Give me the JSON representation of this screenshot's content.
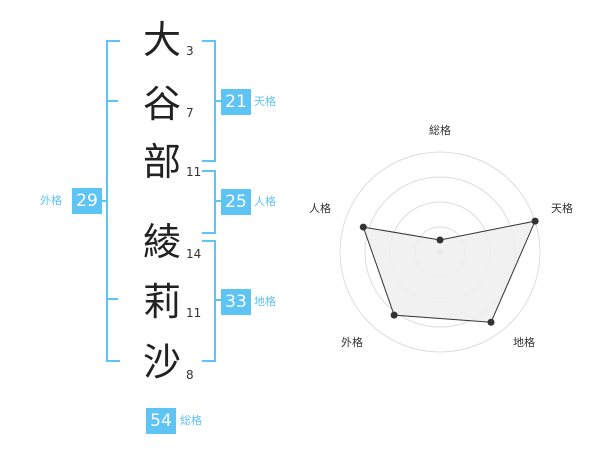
{
  "name": {
    "characters": [
      {
        "char": "大",
        "strokes": "3"
      },
      {
        "char": "谷",
        "strokes": "7"
      },
      {
        "char": "部",
        "strokes": "11"
      },
      {
        "char": "綾",
        "strokes": "14"
      },
      {
        "char": "莉",
        "strokes": "11"
      },
      {
        "char": "沙",
        "strokes": "8"
      }
    ]
  },
  "kakusu": {
    "tenkaku": {
      "value": "21",
      "label": "天格"
    },
    "jinkaku": {
      "value": "25",
      "label": "人格"
    },
    "chikaku": {
      "value": "33",
      "label": "地格"
    },
    "gaikaku": {
      "value": "29",
      "label": "外格"
    },
    "soukaku": {
      "value": "54",
      "label": "総格"
    }
  },
  "radar": {
    "axes": [
      "総格",
      "天格",
      "地格",
      "外格",
      "人格"
    ],
    "values": [
      0.0,
      1.0,
      0.85,
      0.75,
      0.78
    ],
    "fill_color": "#eeeeee",
    "line_color": "#333333",
    "grid_color": "#dddddd"
  },
  "colors": {
    "accent": "#5ec4f4"
  }
}
